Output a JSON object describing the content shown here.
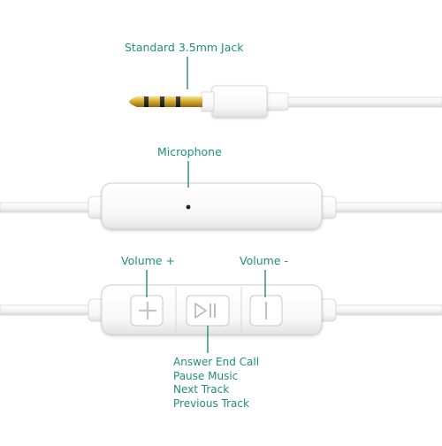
{
  "labels": {
    "jack": "Standard 3.5mm Jack",
    "microphone": "Microphone",
    "volume_up": "Volume +",
    "volume_down": "Volume -"
  },
  "center_button_functions": [
    "Answer End Call",
    "Pause Music",
    "Next Track",
    "Previous Track"
  ],
  "colors": {
    "label_text": "#1f8f7c",
    "leader_line": "#2a8a78",
    "cable_body": "#ffffff",
    "gold_plug": "#d4a92a"
  },
  "icons": {
    "volume_up_button": "plus-icon",
    "center_button": "play-pause-icon",
    "volume_down_button": "minus-icon"
  }
}
